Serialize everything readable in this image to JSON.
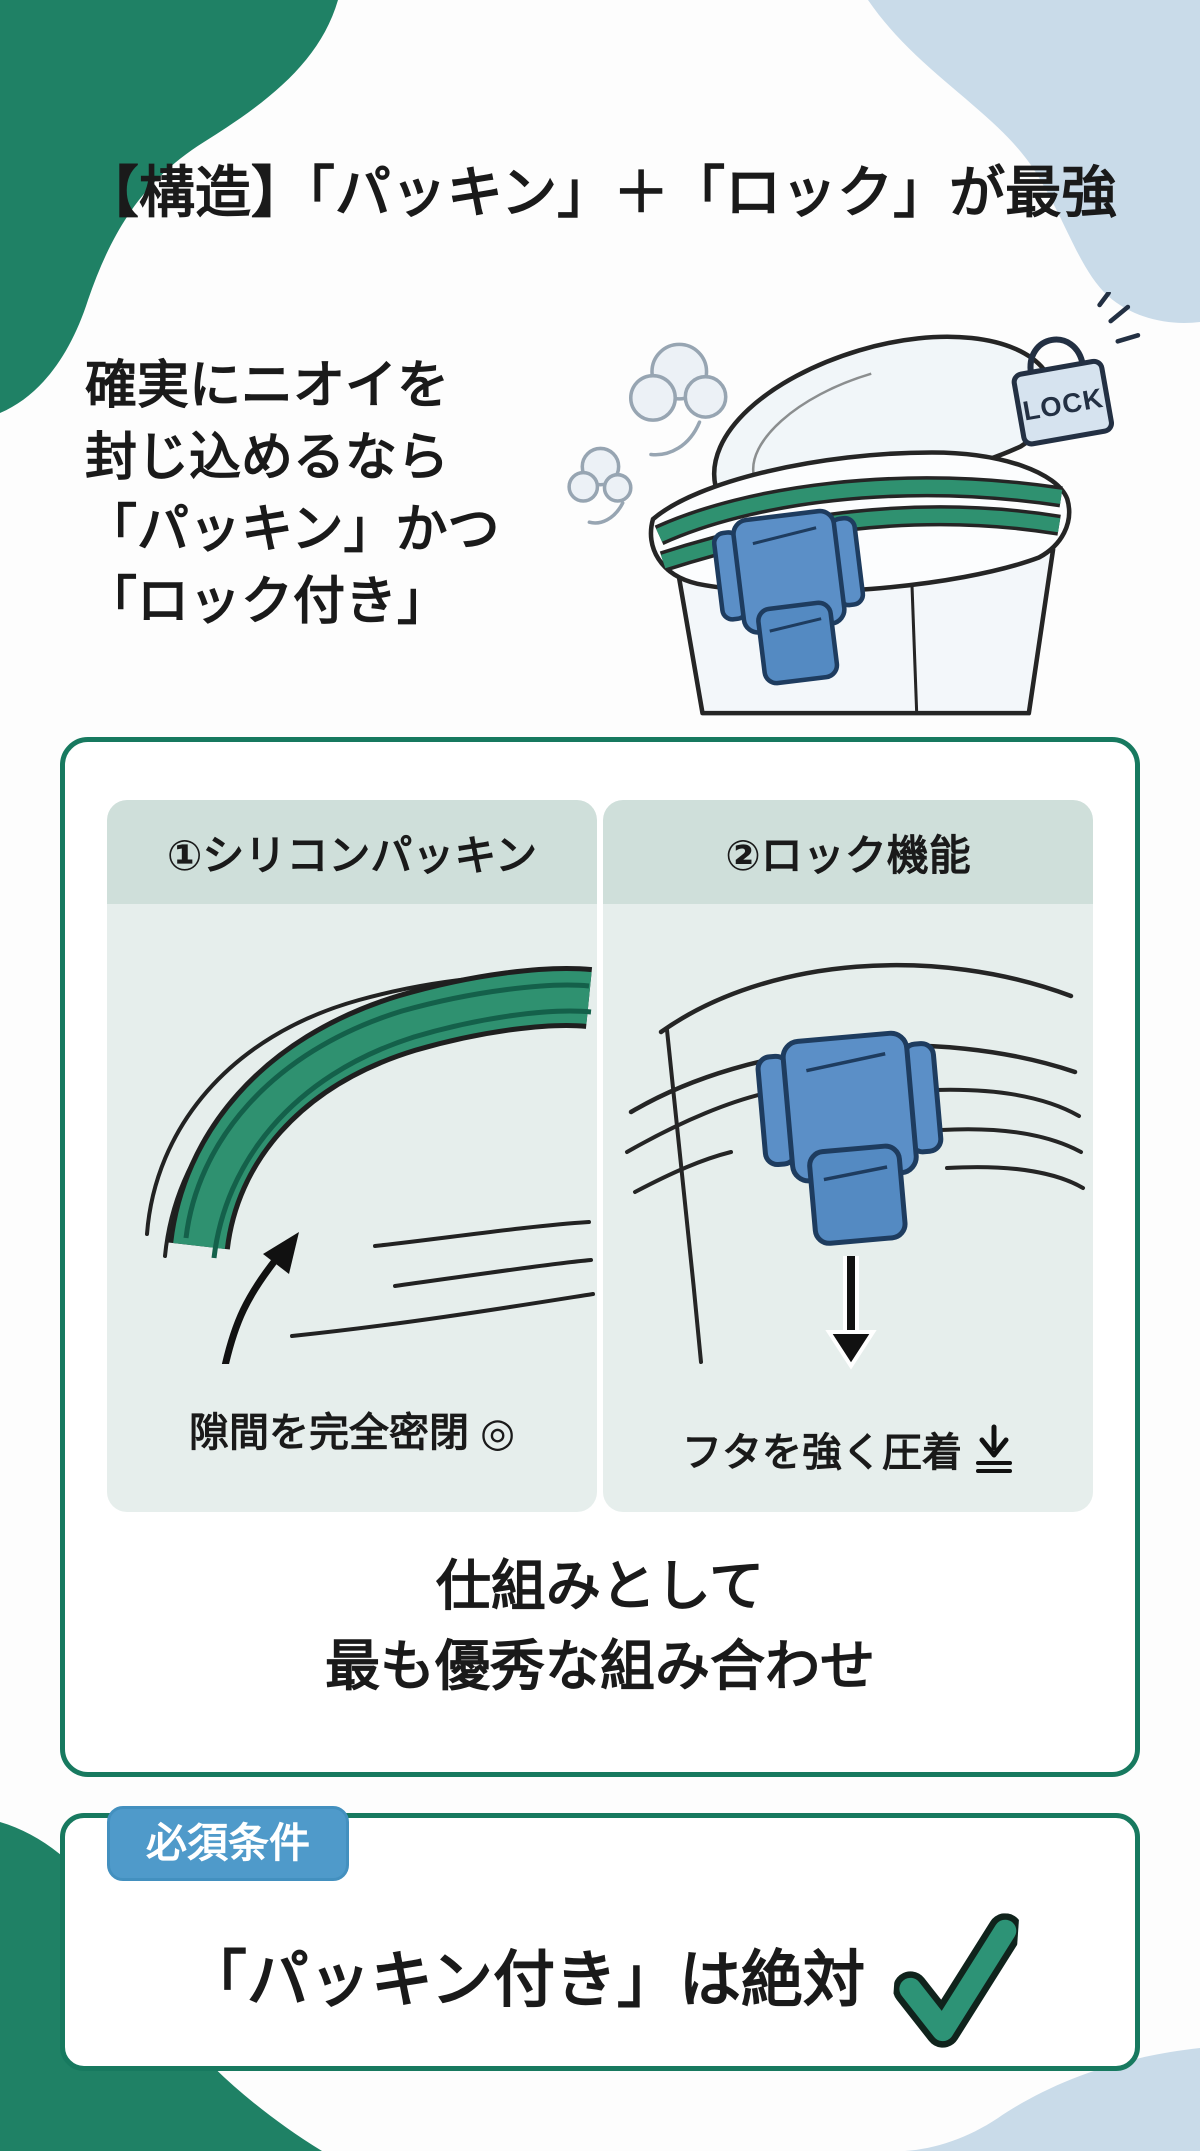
{
  "page": {
    "title": "【構造】「パッキン」＋「ロック」が最強",
    "intro_lines": [
      "確実にニオイを",
      "封じ込めるなら",
      "「パッキン」かつ",
      "「ロック付き」"
    ],
    "hero": {
      "lock_label": "LOCK"
    },
    "feature_box": {
      "panels": [
        {
          "header": "①シリコンパッキン",
          "caption": "隙間を完全密閉 ◎"
        },
        {
          "header": "②ロック機能",
          "caption": "フタを強く圧着"
        }
      ],
      "conclusion_lines": [
        "仕組みとして",
        "最も優秀な組み合わせ"
      ]
    },
    "requirement_box": {
      "badge": "必須条件",
      "text": "「パッキン付き」は絶対"
    },
    "colors": {
      "accent_green": "#1F8165",
      "accent_light_blue": "#C9DBE9",
      "box_border_green": "#17795F",
      "panel_header_bg": "#CFDFDA",
      "panel_body_bg": "#E6EEEC",
      "gasket_green": "#2F9170",
      "clip_blue": "#5B8FC7",
      "badge_blue": "#4F9ACA",
      "check_green": "#2D9376"
    }
  }
}
